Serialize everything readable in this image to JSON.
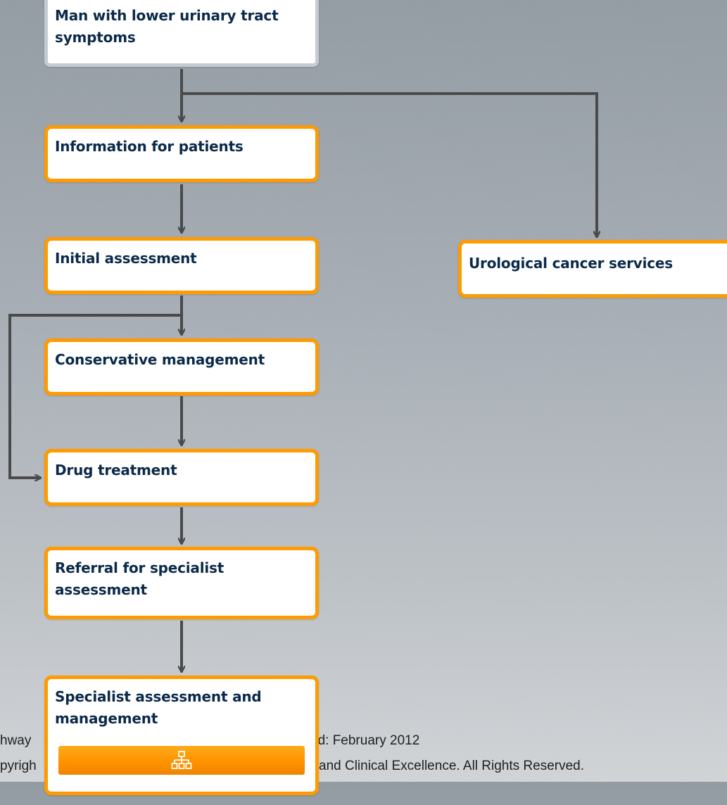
{
  "nodes": {
    "start": "Man with lower urinary tract symptoms",
    "info": "Information for patients",
    "initial": "Initial assessment",
    "conservative": "Conservative management",
    "drug": "Drug treatment",
    "referral": "Referral for specialist assessment",
    "specialist": "Specialist assessment and management",
    "cancer": "Urological cancer services"
  },
  "footer": {
    "line1_left": "hway",
    "line1_right": "ed: February 2012",
    "line2_left": "pyrigh",
    "line2_right": "and Clinical Excellence. All Rights Reserved."
  },
  "colors": {
    "node_border": "#ff9a00",
    "start_border": "#c5cbd1",
    "node_text": "#0b2a4a",
    "connector": "#4a4a4a"
  },
  "icons": {
    "submap_button": "hierarchy-icon"
  }
}
